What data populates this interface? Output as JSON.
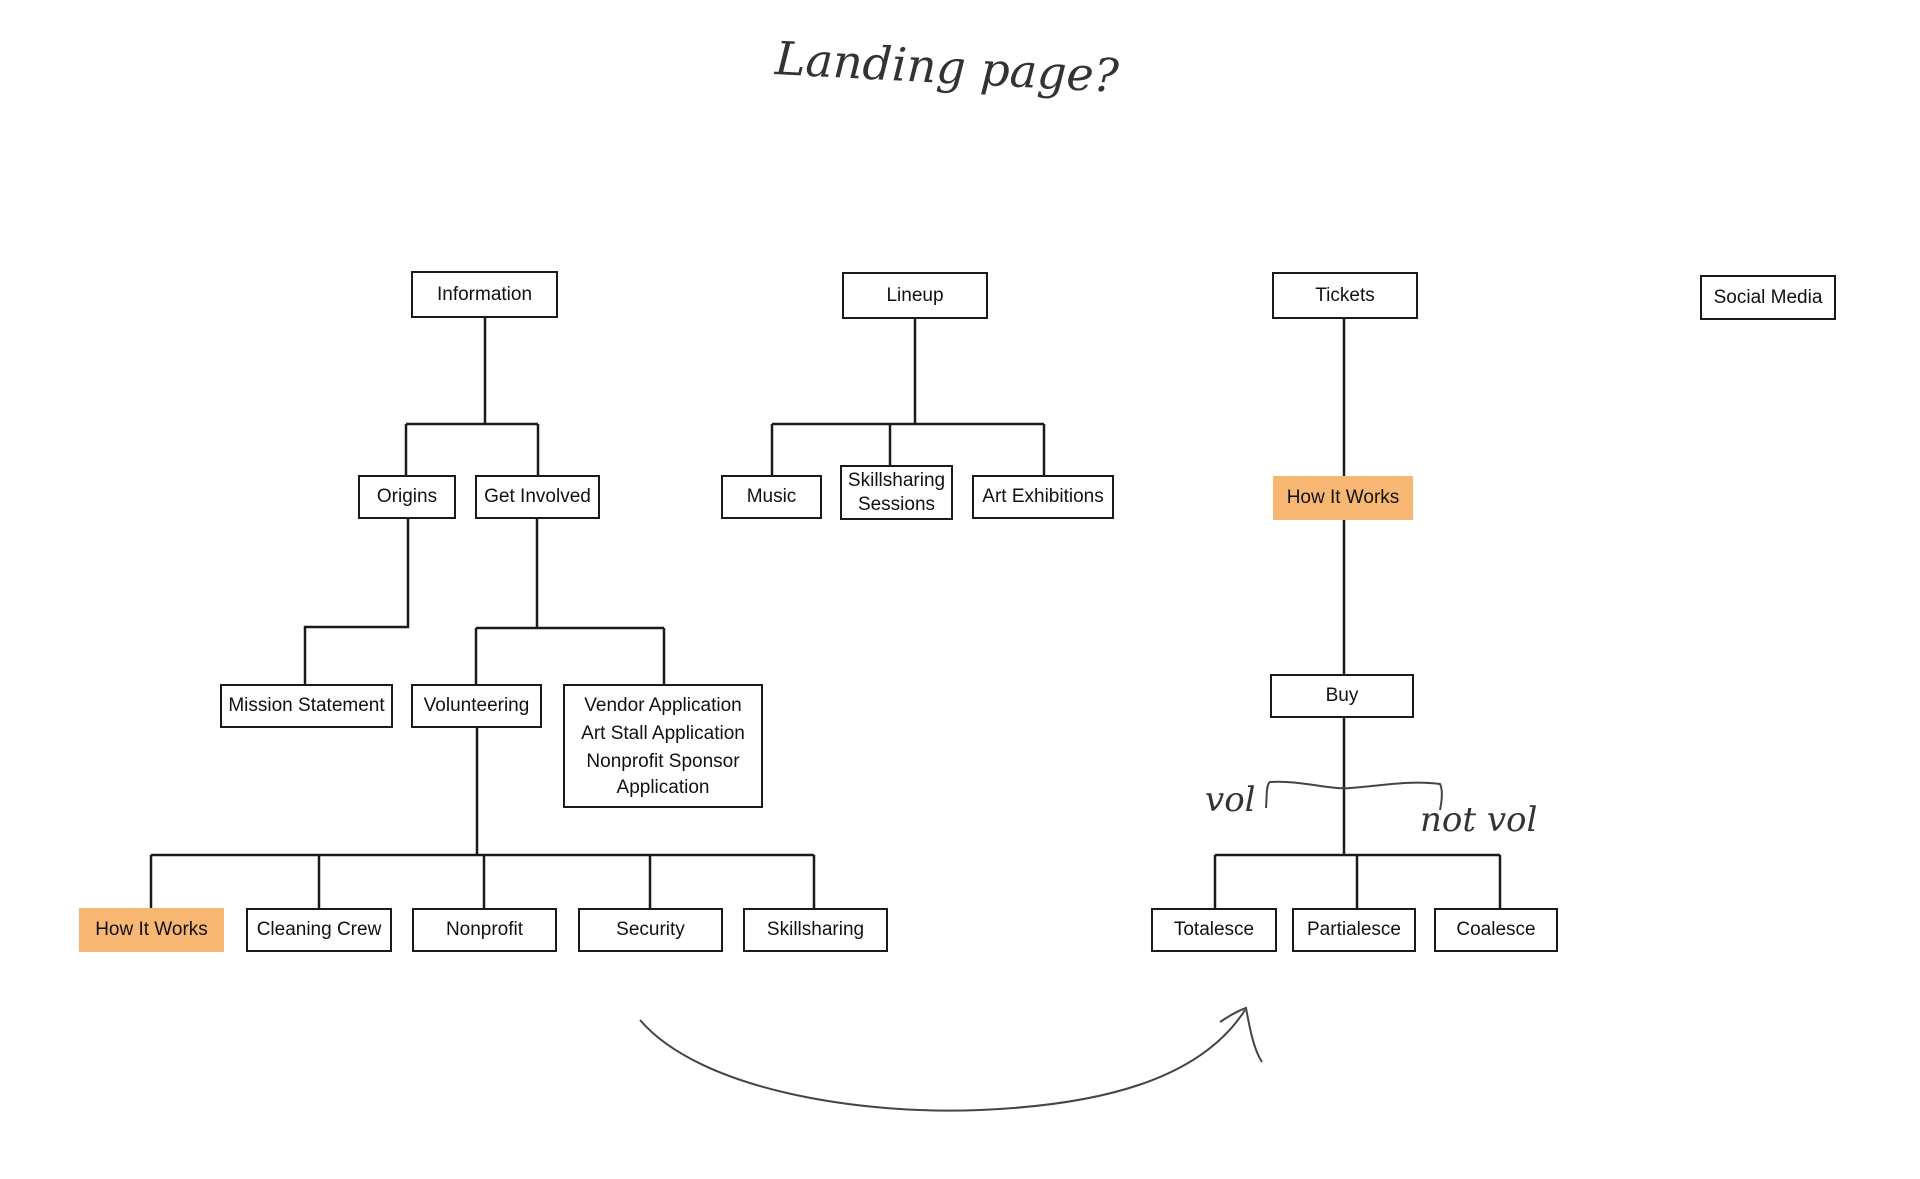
{
  "annotations": {
    "title": "Landing page?",
    "vol": "vol",
    "not_vol": "not vol"
  },
  "colors": {
    "highlight": "#f7b772",
    "stroke": "#1a1a1a"
  },
  "nodes": {
    "information": "Information",
    "lineup": "Lineup",
    "tickets": "Tickets",
    "social_media": "Social Media",
    "origins": "Origins",
    "get_involved": "Get Involved",
    "mission_statement": "Mission Statement",
    "volunteering": "Volunteering",
    "applications": [
      "Vendor Application",
      "Art Stall Application",
      "Nonprofit Sponsor",
      "Application"
    ],
    "how_it_works_vol": "How It Works",
    "cleaning_crew": "Cleaning Crew",
    "nonprofit": "Nonprofit",
    "security": "Security",
    "skillsharing": "Skillsharing",
    "music": "Music",
    "skillsharing_sessions": [
      "Skillsharing",
      "Sessions"
    ],
    "art_exhibitions": "Art Exhibitions",
    "how_it_works_tickets": "How It Works",
    "buy": "Buy",
    "totalesce": "Totalesce",
    "partialesce": "Partialesce",
    "coalesce": "Coalesce"
  }
}
